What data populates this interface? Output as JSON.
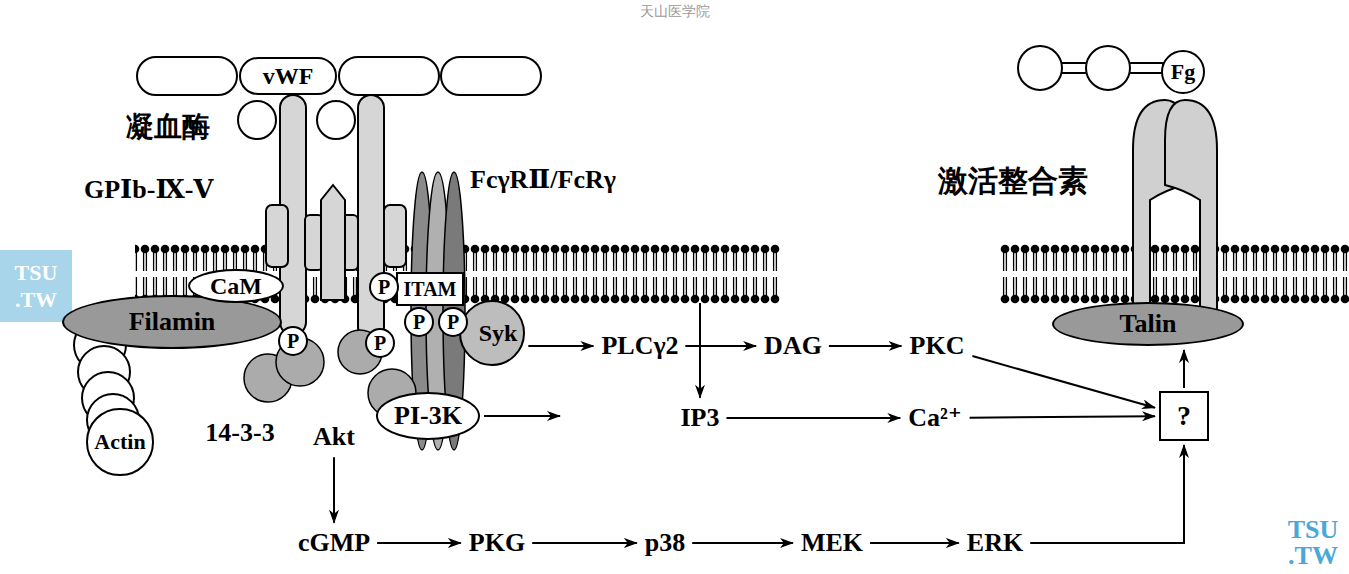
{
  "diagram": {
    "nodes": [
      {
        "text": [
          "vWF"
        ]
      },
      {
        "text": [
          "CaM"
        ]
      },
      {
        "text": [
          "Filamin"
        ]
      },
      {
        "text": [
          "Actin"
        ]
      },
      {
        "text": [
          "P"
        ]
      },
      {
        "text": [
          "ITAM"
        ]
      },
      {
        "text": [
          "P"
        ]
      },
      {
        "text": [
          "P"
        ]
      },
      {
        "text": [
          "P"
        ]
      },
      {
        "text": [
          "P"
        ]
      },
      {
        "text": [
          "Syk"
        ]
      },
      {
        "text": [
          "PI-3K"
        ]
      },
      {
        "text": [
          "Akt"
        ]
      },
      {
        "text": [
          "PLCγ2"
        ]
      },
      {
        "text": [
          "DAG"
        ]
      },
      {
        "text": [
          "PKC"
        ]
      },
      {
        "text": [
          "IP3"
        ]
      },
      {
        "text": [
          "Ca²⁺"
        ]
      },
      {
        "text": [
          "?"
        ]
      },
      {
        "text": [
          "cGMP"
        ]
      },
      {
        "text": [
          "PKG"
        ]
      },
      {
        "text": [
          "p38"
        ]
      },
      {
        "text": [
          "MEK"
        ]
      },
      {
        "text": [
          "ERK"
        ]
      },
      {
        "text": [
          "Fg"
        ]
      },
      {
        "text": [
          "Talin"
        ]
      }
    ],
    "edges": [
      {
        "from": 10,
        "to": 13,
        "arrow": "to"
      },
      {
        "from": 13,
        "to": 14,
        "arrow": "to"
      },
      {
        "from": 13,
        "to": 16,
        "arrow": "to"
      },
      {
        "from": 14,
        "to": 15,
        "arrow": "to"
      },
      {
        "from": 16,
        "to": 17,
        "arrow": "to"
      },
      {
        "from": 15,
        "to": 18,
        "arrow": "to"
      },
      {
        "from": 17,
        "to": 18,
        "arrow": "to"
      },
      {
        "from": 23,
        "to": 18,
        "arrow": "to"
      },
      {
        "from": 18,
        "to": 25,
        "arrow": "to"
      },
      {
        "from": 12,
        "to": 19,
        "arrow": "to"
      },
      {
        "from": 19,
        "to": 20,
        "arrow": "to"
      },
      {
        "from": 20,
        "to": 21,
        "arrow": "to"
      },
      {
        "from": 21,
        "to": 22,
        "arrow": "to"
      },
      {
        "from": 22,
        "to": 23,
        "arrow": "to"
      }
    ],
    "labels": [
      "天山医学院",
      "凝血酶",
      "GPⅠb-Ⅸ-Ⅴ",
      "FcγRⅡ/FcRγ",
      "14-3-3",
      "激活整合素",
      "TSU",
      ".TW",
      "TSU",
      ".TW"
    ]
  }
}
